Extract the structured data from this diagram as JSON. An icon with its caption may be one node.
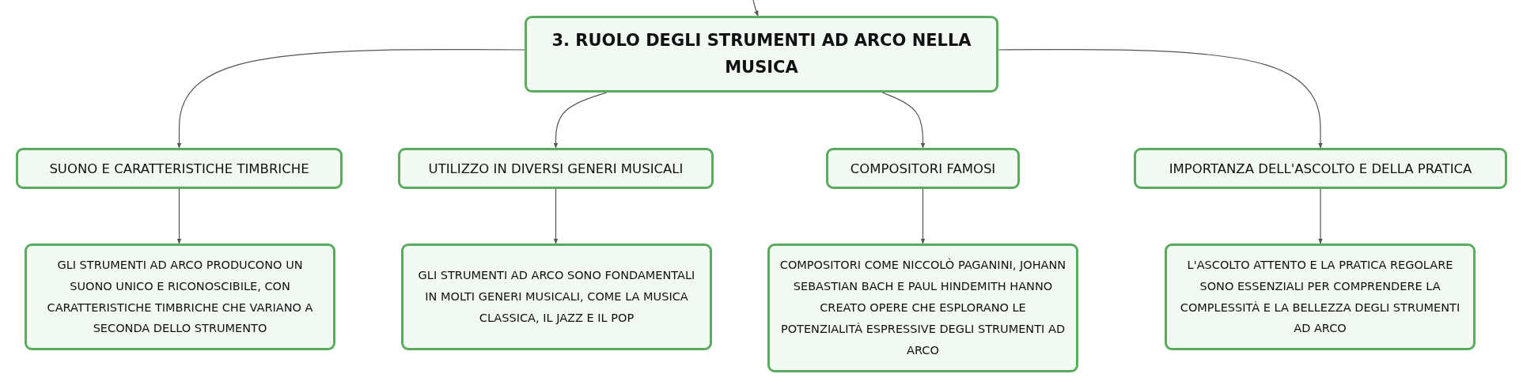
{
  "diagram": {
    "nodes": [
      {
        "text": [
          "3. RUOLO DEGLI STRUMENTI AD ARCO NELLA MUSICA"
        ]
      },
      {
        "text": [
          "SUONO E CARATTERISTICHE TIMBRICHE"
        ]
      },
      {
        "text": [
          "UTILIZZO IN DIVERSI GENERI MUSICALI"
        ]
      },
      {
        "text": [
          "COMPOSITORI FAMOSI"
        ]
      },
      {
        "text": [
          "IMPORTANZA DELL'ASCOLTO E DELLA PRATICA"
        ]
      },
      {
        "text": [
          "GLI STRUMENTI AD ARCO PRODUCONO UN SUONO UNICO E RICONOSCIBILE, CON CARATTERISTICHE TIMBRICHE CHE VARIANO A SECONDA DELLO STRUMENTO"
        ]
      },
      {
        "text": [
          "GLI STRUMENTI AD ARCO SONO FONDAMENTALI IN MOLTI GENERI MUSICALI, COME LA MUSICA CLASSICA, IL JAZZ E IL POP"
        ]
      },
      {
        "text": [
          "COMPOSITORI COME NICCOLÒ PAGANINI, JOHANN SEBASTIAN BACH E PAUL HINDEMITH HANNO CREATO OPERE CHE ESPLORANO LE POTENZIALITÀ ESPRESSIVE DEGLI STRUMENTI AD ARCO"
        ]
      },
      {
        "text": [
          "L'ASCOLTO ATTENTO E LA PRATICA REGOLARE SONO ESSENZIALI PER COMPRENDERE LA COMPLESSITÀ E LA BELLEZZA DEGLI STRUMENTI AD ARCO"
        ]
      }
    ],
    "edges": [
      {
        "from": null,
        "to": 0,
        "arrow": "to"
      },
      {
        "from": 0,
        "to": 1,
        "arrow": "to"
      },
      {
        "from": 0,
        "to": 2,
        "arrow": "to"
      },
      {
        "from": 0,
        "to": 3,
        "arrow": "to"
      },
      {
        "from": 0,
        "to": 4,
        "arrow": "to"
      },
      {
        "from": 1,
        "to": 5,
        "arrow": "to"
      },
      {
        "from": 2,
        "to": 6,
        "arrow": "to"
      },
      {
        "from": 3,
        "to": 7,
        "arrow": "to"
      },
      {
        "from": 4,
        "to": 8,
        "arrow": "to"
      }
    ]
  }
}
